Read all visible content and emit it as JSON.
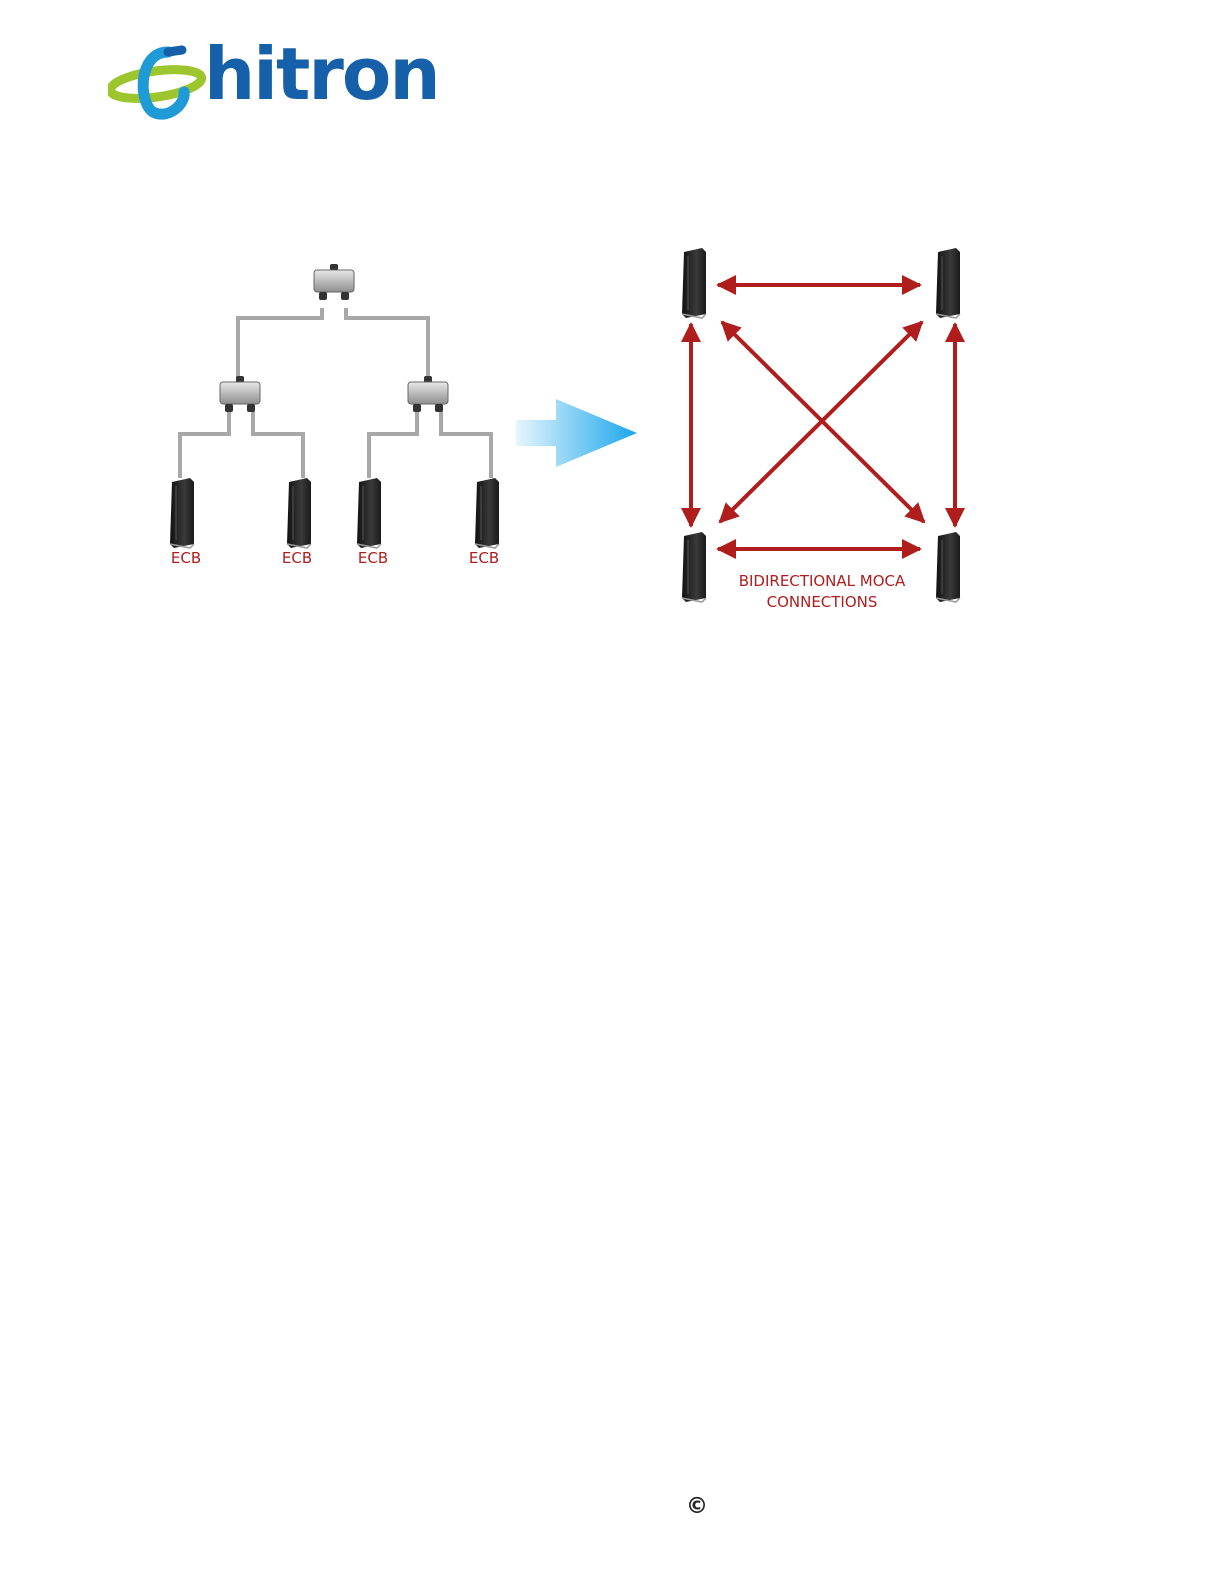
{
  "logo": {
    "wordmark": "hitron",
    "colors": {
      "blue": "#1560a8",
      "green": "#9cc52e",
      "cyan": "#1e9ad6"
    }
  },
  "diagram": {
    "tree_labels": [
      "ECB",
      "ECB",
      "ECB",
      "ECB"
    ],
    "mesh_caption_line1": "BIDIRECTIONAL MOCA",
    "mesh_caption_line2": "CONNECTIONS",
    "colors": {
      "cable": "#a8a8a8",
      "link": "#b01d1d",
      "arrow": "#2fb3ee",
      "device": "#262626"
    }
  },
  "footer": {
    "copyright_symbol": "©"
  }
}
